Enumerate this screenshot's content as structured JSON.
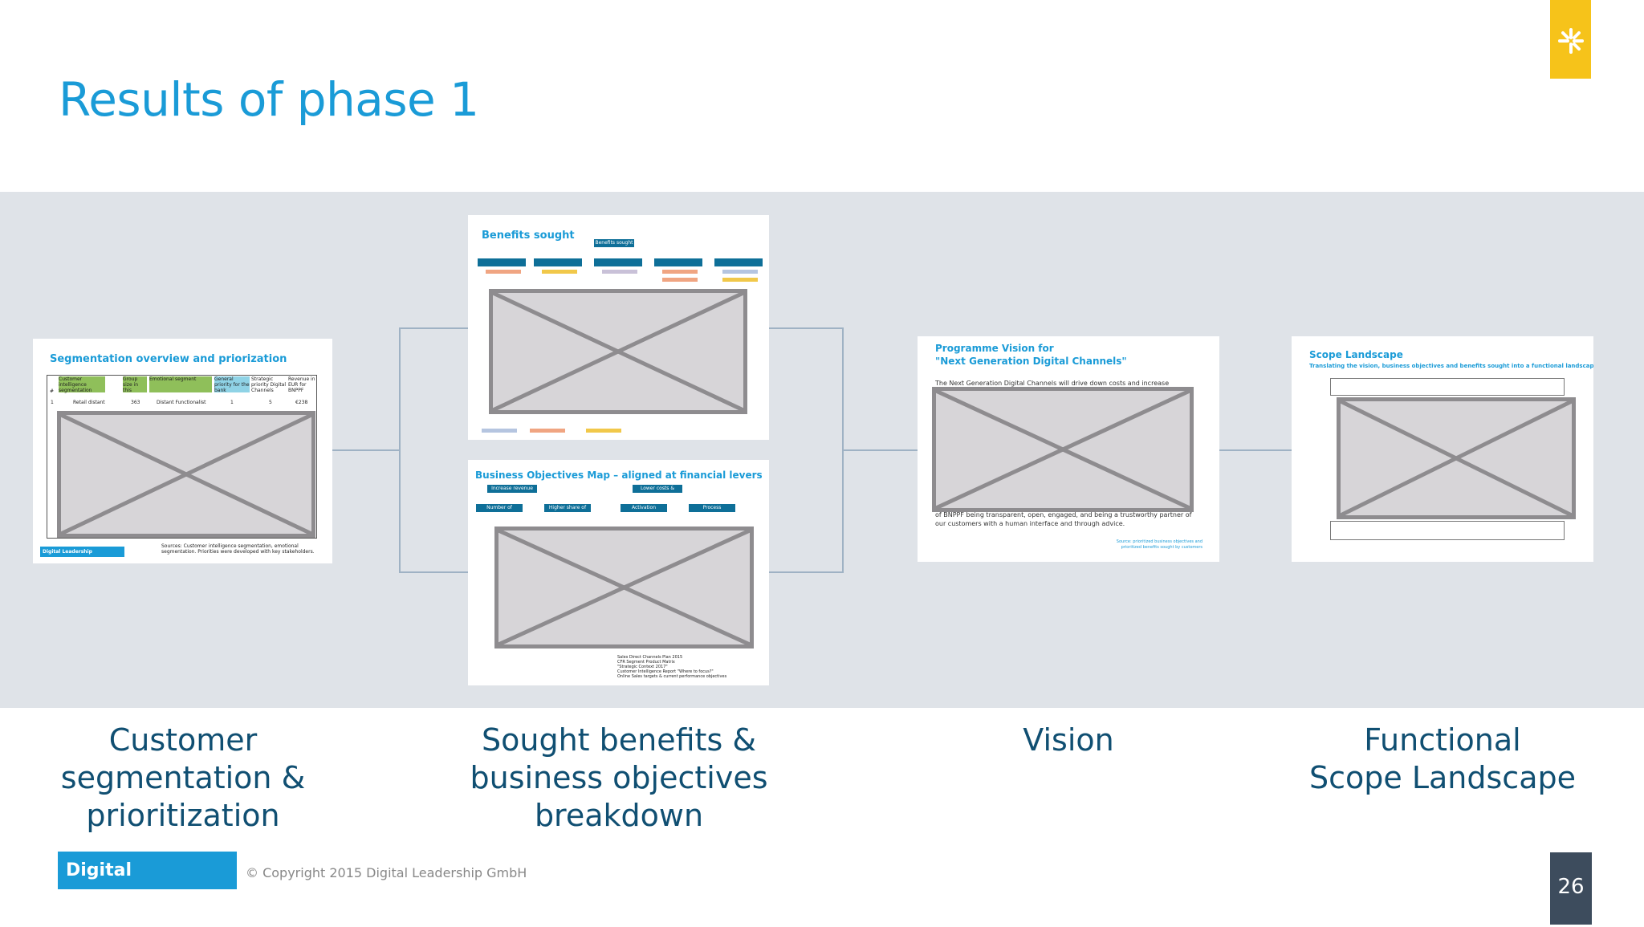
{
  "page": {
    "title": "Results of phase 1",
    "page_number": "26"
  },
  "footer": {
    "brand": "Digital Leadership",
    "copyright": "© Copyright 2015 Digital Leadership GmbH"
  },
  "colors": {
    "accent": "#1a9bd7",
    "logo": "#f6c31a",
    "band": "#dfe3e8",
    "caption": "#104f72",
    "page_box": "#3d4c5d"
  },
  "thumbnails": {
    "segmentation": {
      "title": "Segmentation overview and priorization",
      "headers": [
        "#",
        "Customer intelligence segmentation",
        "Group size in this",
        "Emotional segment",
        "General priority for the bank",
        "Strategic priority Digital Channels",
        "Revenue in EUR for BNPPF"
      ],
      "first_row": [
        "1",
        "Retail distant",
        "363",
        "Distant Functionalist",
        "1",
        "5",
        "€238"
      ],
      "source": "Sources: Customer intelligence segmentation, emotional segmentation. Priorities were developed with key stakeholders.",
      "badge": "Digital Leadership"
    },
    "benefits": {
      "title": "Benefits sought",
      "badge": "Benefits sought"
    },
    "objectives": {
      "title": "Business Objectives Map – aligned at financial levers",
      "boxes": [
        "Increase revenue",
        "Lower costs & improve profitability",
        "Number of customers",
        "Higher share of wallet",
        "Activation",
        "Process improvements"
      ],
      "notes": [
        "Sales Direct Channels Plan 2015",
        "CFR Segment Product Matrix",
        "\"Strategic Context 2017\"",
        "Customer Intelligence Report \"Where to focus?\"",
        "Online Sales targets & current performance objectives"
      ]
    },
    "vision": {
      "title_line1": "Programme Vision for",
      "title_line2": "\"Next Generation Digital Channels\"",
      "lead": "The Next Generation Digital Channels will drive down costs and increase",
      "bottom_line1": "of BNPPF being transparent, open, engaged, and being a trustworthy partner of",
      "bottom_line2": "our customers with a human interface and through advice.",
      "source": "Source: prioritized business objectives and prioritized benefits sought by customers"
    },
    "scope": {
      "title": "Scope Landscape",
      "subtitle": "Translating the vision, business objectives and benefits sought into a functional landscape."
    }
  },
  "captions": {
    "segmentation": [
      "Customer",
      "segmentation &",
      "prioritization"
    ],
    "benefits": [
      "Sought benefits &",
      "business objectives",
      "breakdown"
    ],
    "vision": [
      "Vision"
    ],
    "scope": [
      "Functional",
      "Scope Landscape"
    ]
  }
}
